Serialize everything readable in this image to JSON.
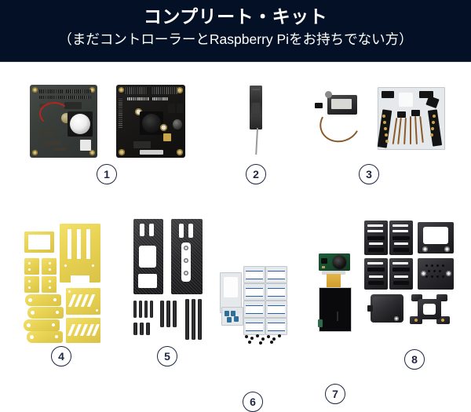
{
  "header": {
    "title": "コンプリート・キット",
    "subtitle": "（まだコントローラーとRaspberry Piをお持ちでない方）",
    "background_color": "#041025",
    "text_color": "#ffffff"
  },
  "badge_color": "#1d2742",
  "page_background": "#ffffff",
  "items": [
    {
      "number": "1",
      "name": "controller-boards",
      "row": 1,
      "badge_label": "1"
    },
    {
      "number": "2",
      "name": "antenna-module",
      "row": 1,
      "badge_label": "2"
    },
    {
      "number": "3",
      "name": "servo-and-cables",
      "row": 1,
      "badge_label": "3"
    },
    {
      "number": "4",
      "name": "yellow-brackets",
      "row": 2,
      "badge_label": "4"
    },
    {
      "number": "5",
      "name": "carbon-frame-parts",
      "row": 2,
      "badge_label": "5"
    },
    {
      "number": "6",
      "name": "screw-hardware-bags",
      "row": 2,
      "badge_label": "6"
    },
    {
      "number": "7",
      "name": "camera-and-lcd",
      "row": 2,
      "badge_label": "7"
    },
    {
      "number": "8",
      "name": "black-plastic-parts",
      "row": 2,
      "badge_label": "8"
    }
  ]
}
